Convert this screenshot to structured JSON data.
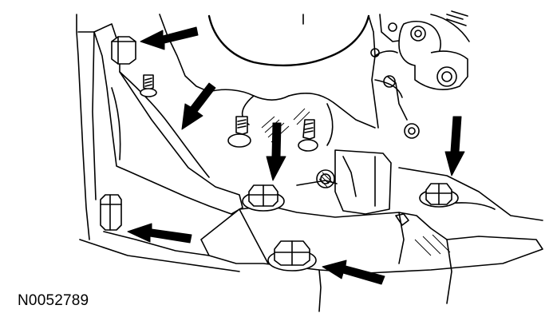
{
  "figure": {
    "reference_code": "N0052789"
  },
  "callouts": [
    {
      "target": "upper-left-bolt",
      "icon": "arrow-icon"
    },
    {
      "target": "bracket-bolt",
      "icon": "arrow-icon"
    },
    {
      "target": "center-bolt",
      "icon": "arrow-icon"
    },
    {
      "target": "right-bolt",
      "icon": "arrow-icon"
    },
    {
      "target": "lower-left-bolt",
      "icon": "arrow-icon"
    },
    {
      "target": "bottom-bolt",
      "icon": "arrow-icon"
    }
  ],
  "colors": {
    "ink": "#000000",
    "paper": "#ffffff"
  }
}
